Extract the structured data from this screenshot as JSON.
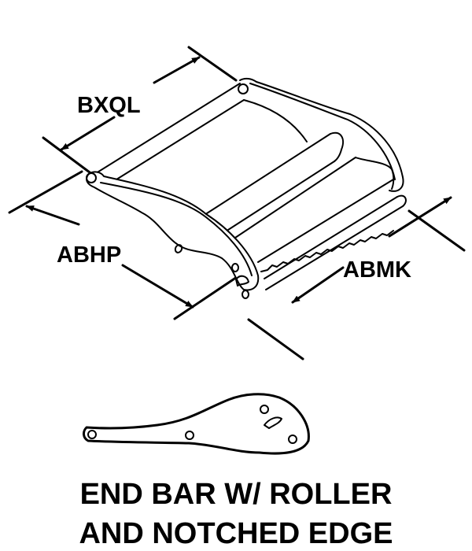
{
  "dimensions": {
    "width_label": "BXQL",
    "height_label": "ABHP",
    "length_label": "ABMK"
  },
  "caption": {
    "line1": "END BAR W/ ROLLER",
    "line2": "AND NOTCHED EDGE"
  }
}
